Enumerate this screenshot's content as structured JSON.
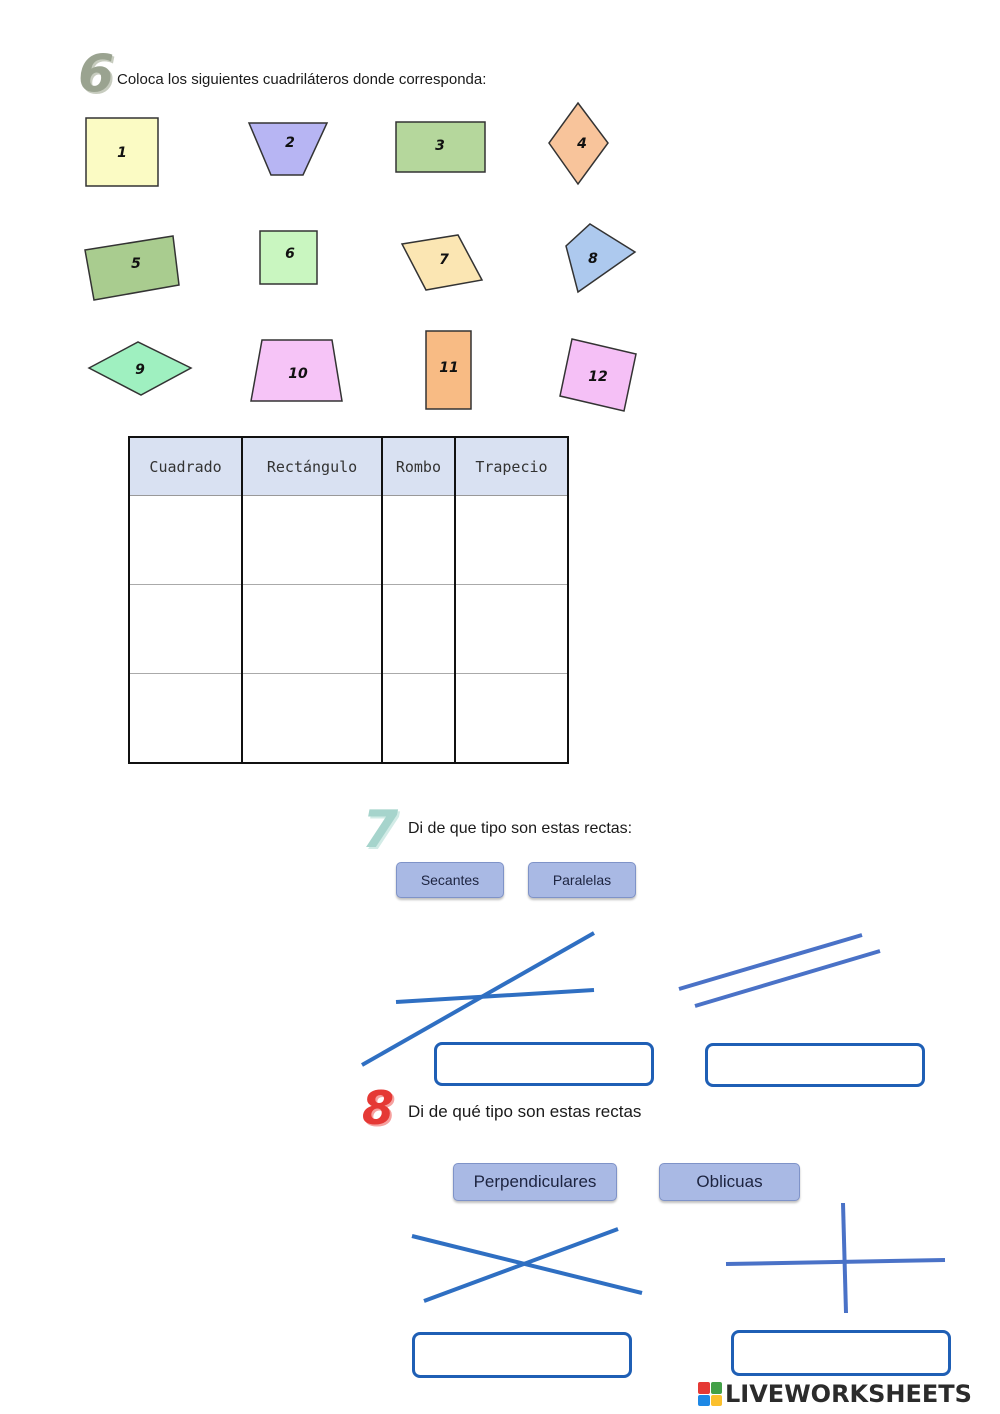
{
  "section6": {
    "number": "6",
    "instruction": "Coloca los siguientes cuadriláteros donde corresponda:",
    "shapes": [
      {
        "label": "1",
        "color": "#fbfbc4"
      },
      {
        "label": "2",
        "color": "#b7b5f3"
      },
      {
        "label": "3",
        "color": "#b5d79c"
      },
      {
        "label": "4",
        "color": "#f8c49b"
      },
      {
        "label": "5",
        "color": "#a9cc8f"
      },
      {
        "label": "6",
        "color": "#c9f6c0"
      },
      {
        "label": "7",
        "color": "#fbe6b3"
      },
      {
        "label": "8",
        "color": "#adc9ee"
      },
      {
        "label": "9",
        "color": "#9ff0c0"
      },
      {
        "label": "10",
        "color": "#f6c4f7"
      },
      {
        "label": "11",
        "color": "#f8bb84"
      },
      {
        "label": "12",
        "color": "#f5c0f6"
      }
    ],
    "table": {
      "headers": [
        "Cuadrado",
        "Rectángulo",
        "Rombo",
        "Trapecio"
      ],
      "rows": 3
    }
  },
  "section7": {
    "number": "7",
    "instruction": "Di de que tipo son estas rectas:",
    "options": [
      "Secantes",
      "Paralelas"
    ]
  },
  "section8": {
    "number": "8",
    "instruction": "Di de qué tipo son estas rectas",
    "options": [
      "Perpendiculares",
      "Oblicuas"
    ]
  },
  "colors": {
    "line_blue": "#2f6fc2",
    "drop_border": "#1f5fb5",
    "chip_fill": "#a9b9e4",
    "header_fill": "#d9e1f2"
  },
  "footer": {
    "logo_text": "LIVEWORKSHEETS",
    "logo_icon": "liveworksheets-logo-icon"
  }
}
